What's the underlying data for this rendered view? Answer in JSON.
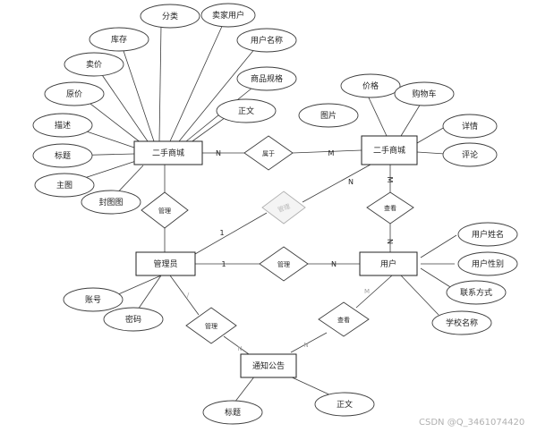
{
  "entities": {
    "mall": "二手商城",
    "mall2": "二手商城",
    "admin": "管理员",
    "user": "用户",
    "notice": "通知公告"
  },
  "attributes": {
    "category": "分类",
    "seller": "卖家用户",
    "stock": "库存",
    "username": "用户名称",
    "price_sell": "卖价",
    "spec": "商品规格",
    "price_orig": "原价",
    "body1": "正文",
    "desc": "描述",
    "title1": "标题",
    "mainimg": "主图",
    "coverimg": "封图图",
    "price": "价格",
    "cart": "购物车",
    "picture": "图片",
    "detail": "详情",
    "comment": "评论",
    "account": "账号",
    "password": "密码",
    "realname": "用户姓名",
    "gender": "用户性别",
    "contact": "联系方式",
    "school": "学校名称",
    "title2": "标题",
    "body2": "正文"
  },
  "relationships": {
    "belongs": "属于",
    "manage_mall": "管理",
    "manage_faint": "管理",
    "manage_user": "管理",
    "view": "查看",
    "manage_notice": "管理",
    "view_notice": "查看"
  },
  "cardinalities": {
    "c1": "N",
    "c2": "M",
    "c3": "N",
    "c4": "1",
    "c5": "M",
    "c6": "N",
    "c7": "1",
    "c8": "N",
    "c9": "/",
    "c10": "N",
    "c11": "N",
    "c12": "M"
  },
  "watermark": "CSDN @Q_3461074420"
}
